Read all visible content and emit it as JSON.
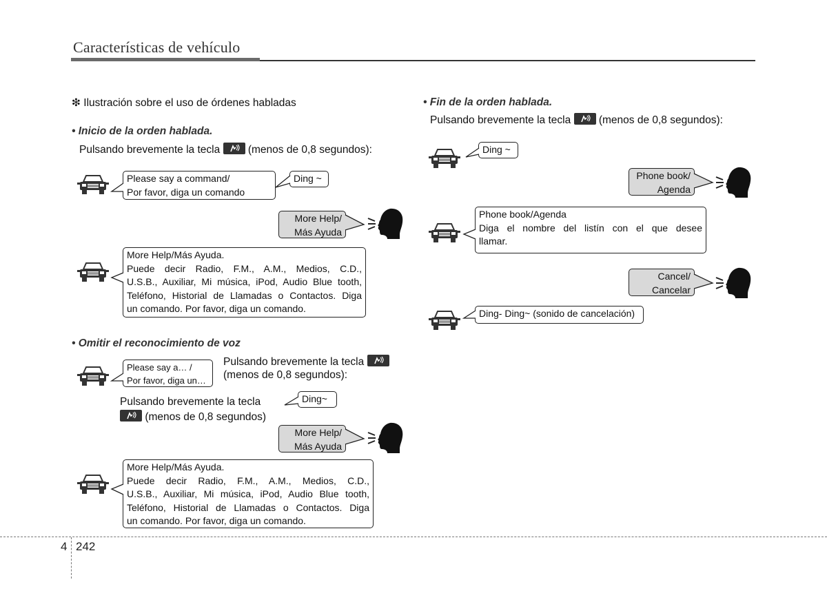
{
  "header": {
    "title": "Características de vehículo"
  },
  "left": {
    "illustration_caption": "❇ Ilustración sobre el uso de órdenes habladas",
    "section1": {
      "heading": "• Inicio de la orden hablada.",
      "instruction_before": "Pulsando brevemente la tecla",
      "instruction_after": "(menos de 0,8 segundos):",
      "bubble_prompt": [
        "Please say a command/",
        "Por favor, diga un comando"
      ],
      "bubble_ding": "Ding ~",
      "bubble_user": [
        "More Help/",
        "Más Ayuda"
      ],
      "bubble_response": [
        "More Help/Más Ayuda.",
        "Puede decir Radio, F.M., A.M., Medios, C.D.,",
        "U.S.B., Auxiliar, Mi música, iPod, Audio Blue tooth,",
        "Teléfono, Historial de Llamadas o Contactos. Diga",
        "un comando. Por favor, diga un comando."
      ]
    },
    "section2": {
      "heading": "• Omitir el reconocimiento de voz",
      "bubble_prompt": [
        "Please say a… /",
        "Por favor, diga un…"
      ],
      "instruction1_line1": "Pulsando brevemente la tecla",
      "instruction1_line2": "(menos de 0,8 segundos):",
      "instruction2_line1": "Pulsando brevemente la tecla",
      "instruction2_line2": "(menos de 0,8 segundos)",
      "bubble_ding": "Ding~",
      "bubble_user": [
        "More Help/",
        "Más Ayuda"
      ],
      "bubble_response": [
        "More Help/Más Ayuda.",
        "Puede decir Radio, F.M., A.M., Medios, C.D.,",
        "U.S.B., Auxiliar, Mi música, iPod, Audio Blue tooth,",
        "Teléfono, Historial de Llamadas o Contactos. Diga",
        "un comando. Por favor, diga un comando."
      ]
    }
  },
  "right": {
    "section3": {
      "heading": "• Fin de la orden hablada.",
      "instruction_before": "Pulsando brevemente la tecla",
      "instruction_after": "(menos de 0,8 segundos):",
      "bubble_ding": "Ding ~",
      "bubble_user1": [
        "Phone book/",
        "Agenda"
      ],
      "bubble_response": [
        "Phone book/Agenda",
        "Diga el nombre del listín con el que desee",
        "llamar."
      ],
      "bubble_user2": [
        "Cancel/",
        "Cancelar"
      ],
      "bubble_cancel": "Ding- Ding~ (sonido de cancelación)"
    }
  },
  "footer": {
    "chapter": "4",
    "page": "242"
  },
  "icons": {
    "vehicle": "car-front-icon",
    "speaker": "person-speaking-icon",
    "key": "voice-talk-key-icon"
  }
}
